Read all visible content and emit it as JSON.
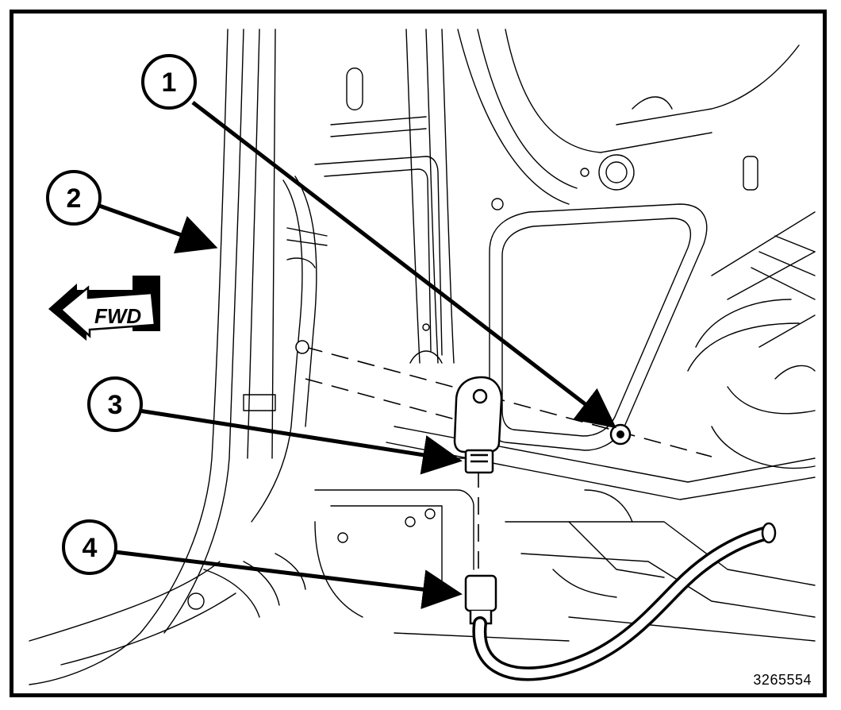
{
  "figure": {
    "figure_number": "3265554",
    "direction_label": "FWD",
    "callouts": [
      {
        "label": "1",
        "target": "mounting-stud-nut"
      },
      {
        "label": "2",
        "target": "body-pillar"
      },
      {
        "label": "3",
        "target": "sensor"
      },
      {
        "label": "4",
        "target": "wire-harness-connector"
      }
    ]
  }
}
